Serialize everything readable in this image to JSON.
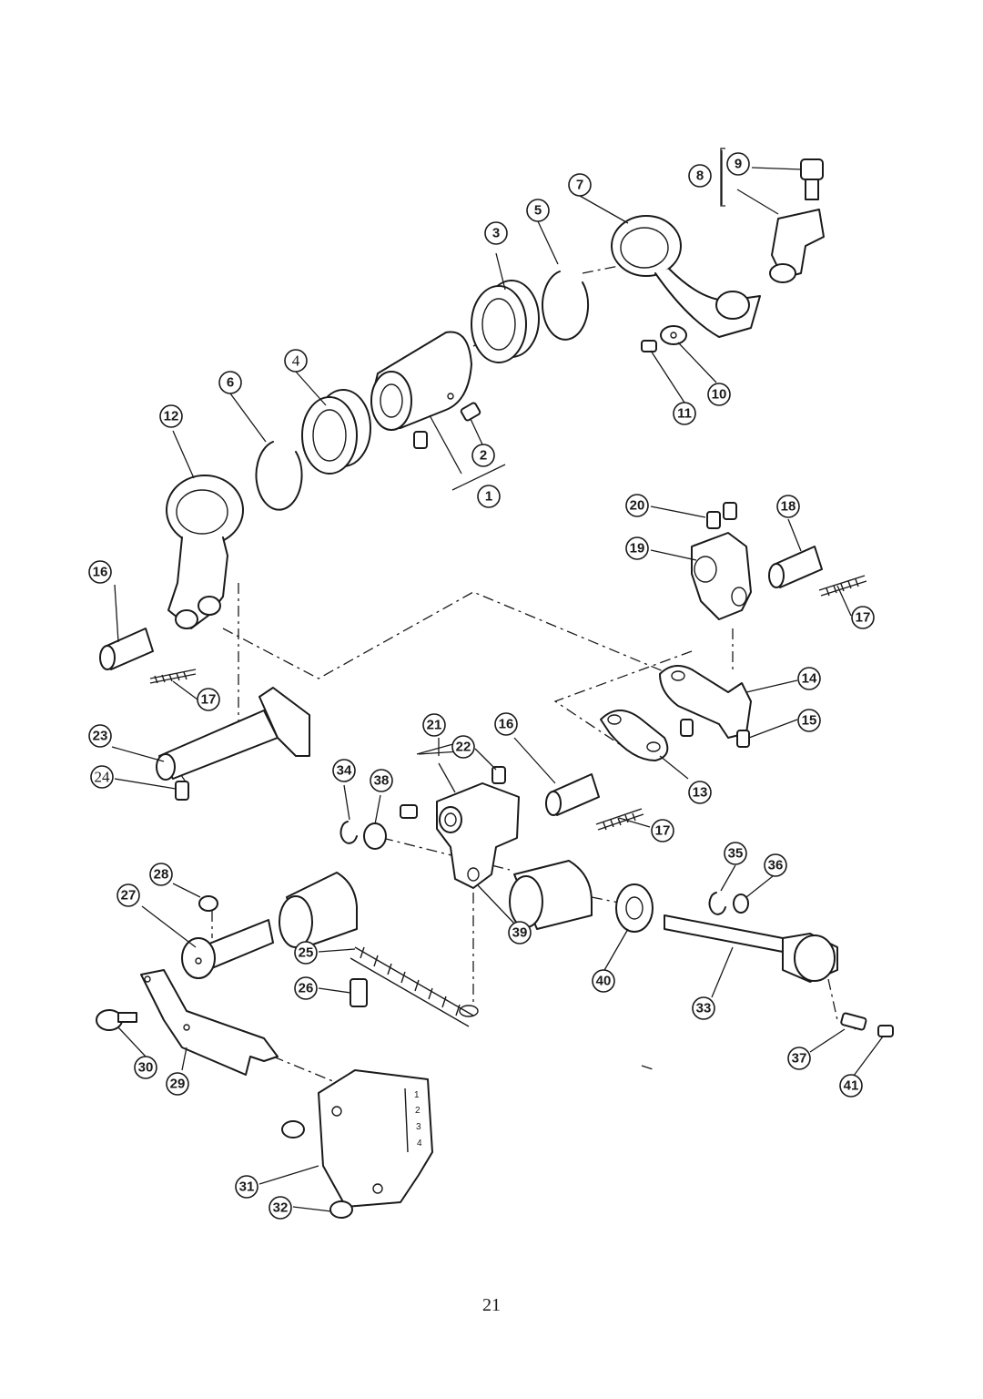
{
  "page_number": "21",
  "callouts": [
    {
      "id": "c1",
      "label": "1"
    },
    {
      "id": "c2",
      "label": "2"
    },
    {
      "id": "c3",
      "label": "3"
    },
    {
      "id": "c4",
      "label": "4",
      "style": "serif"
    },
    {
      "id": "c5",
      "label": "5"
    },
    {
      "id": "c6",
      "label": "6"
    },
    {
      "id": "c7",
      "label": "7"
    },
    {
      "id": "c8",
      "label": "8"
    },
    {
      "id": "c9",
      "label": "9"
    },
    {
      "id": "c10",
      "label": "10"
    },
    {
      "id": "c11",
      "label": "11"
    },
    {
      "id": "c12",
      "label": "12"
    },
    {
      "id": "c13",
      "label": "13"
    },
    {
      "id": "c14",
      "label": "14"
    },
    {
      "id": "c15",
      "label": "15"
    },
    {
      "id": "c16a",
      "label": "16"
    },
    {
      "id": "c16b",
      "label": "16"
    },
    {
      "id": "c17a",
      "label": "17"
    },
    {
      "id": "c17b",
      "label": "17"
    },
    {
      "id": "c17c",
      "label": "17"
    },
    {
      "id": "c18",
      "label": "18"
    },
    {
      "id": "c19",
      "label": "19"
    },
    {
      "id": "c20",
      "label": "20"
    },
    {
      "id": "c21",
      "label": "21"
    },
    {
      "id": "c22",
      "label": "22"
    },
    {
      "id": "c23",
      "label": "23"
    },
    {
      "id": "c24",
      "label": "24",
      "style": "serif"
    },
    {
      "id": "c25",
      "label": "25"
    },
    {
      "id": "c26",
      "label": "26"
    },
    {
      "id": "c27",
      "label": "27"
    },
    {
      "id": "c28",
      "label": "28"
    },
    {
      "id": "c29",
      "label": "29"
    },
    {
      "id": "c30",
      "label": "30"
    },
    {
      "id": "c31",
      "label": "31"
    },
    {
      "id": "c32",
      "label": "32"
    },
    {
      "id": "c33",
      "label": "33"
    },
    {
      "id": "c34",
      "label": "34"
    },
    {
      "id": "c35",
      "label": "35"
    },
    {
      "id": "c36",
      "label": "36"
    },
    {
      "id": "c37",
      "label": "37"
    },
    {
      "id": "c38",
      "label": "38"
    },
    {
      "id": "c39",
      "label": "39"
    },
    {
      "id": "c40",
      "label": "40"
    },
    {
      "id": "c41",
      "label": "41"
    }
  ],
  "scale_marks": [
    "1",
    "2",
    "3",
    "4"
  ]
}
